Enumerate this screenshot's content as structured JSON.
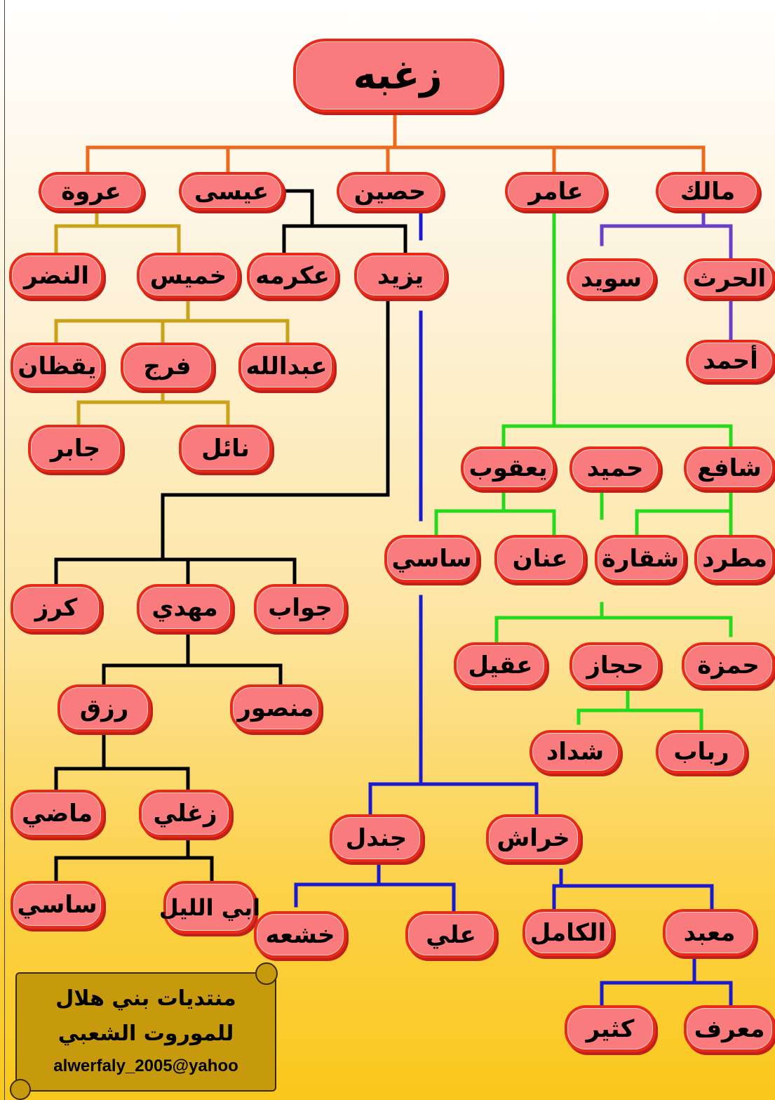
{
  "colors": {
    "node_fill": "#fa7b7d",
    "node_border": "#ea2a19",
    "orange_line": "#ec6a1c",
    "purple_line": "#6a3ec8",
    "green_line": "#27d91d",
    "black_line": "#000000",
    "blue_line": "#1a1ad0",
    "olive_line": "#c9a21a",
    "scroll_fill": "#c79a0e"
  },
  "tree": {
    "root": "زغبه",
    "malik": "مالك",
    "amer": "عامر",
    "husayn": "حصين",
    "isa": "عيسى",
    "urwa": "عروة",
    "harth": "الحرث",
    "suwaid": "سويد",
    "ahmad": "أحمد",
    "yazid": "يزيد",
    "ikrima": "عكرمه",
    "khamis": "خميس",
    "nadr": "النضر",
    "abdullah": "عبدالله",
    "faraj": "فرج",
    "yaqdhan": "يقظان",
    "nail": "نائل",
    "jabir": "جابر",
    "shafi": "شافع",
    "hamid": "حميد",
    "yaqub": "يعقوب",
    "mutrad": "مطرد",
    "shaqara": "شقارة",
    "annan": "عنان",
    "sasi_right": "ساسي",
    "jawab": "جواب",
    "mahdi": "مهدي",
    "karz": "كرز",
    "hamza": "حمزة",
    "hijaz": "حجاز",
    "aqil": "عقيل",
    "mansour": "منصور",
    "rizq": "رزق",
    "rabab": "رباب",
    "shaddad": "شداد",
    "madi": "ماضي",
    "zaghli": "زغلي",
    "khirash": "خراش",
    "jundal": "جندل",
    "abi_layl": "ابي الليل",
    "sasi_left": "ساسي",
    "mabad": "معبد",
    "kamil": "الكامل",
    "ali": "علي",
    "khashaa": "خشعه",
    "maraf": "معرف",
    "kathir": "كثير"
  },
  "footer": {
    "line1": "منتديات بني هلال",
    "line2": "للموروت الشعبي",
    "line3": "alwerfaly_2005@yahoo"
  }
}
